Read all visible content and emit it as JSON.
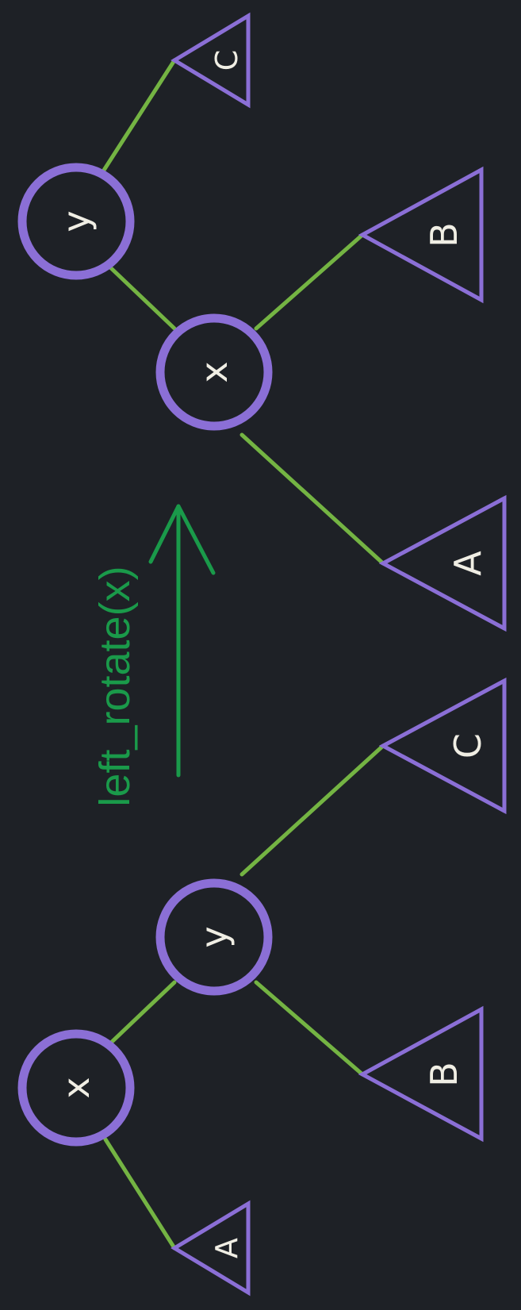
{
  "diagram": {
    "operation_label": "left_rotate(x)",
    "colors": {
      "background": "#1e2126",
      "edge": "#74b443",
      "node_ring": "#8b6fd6",
      "operation": "#1a9a4a",
      "text": "#f0eee4"
    },
    "before_tree": {
      "node_x": "x",
      "node_y": "y",
      "subtree_a": "A",
      "subtree_b": "B",
      "subtree_c": "C"
    },
    "after_tree": {
      "node_x": "x",
      "node_y": "y",
      "subtree_a": "A",
      "subtree_b": "B",
      "subtree_c": "C"
    }
  }
}
